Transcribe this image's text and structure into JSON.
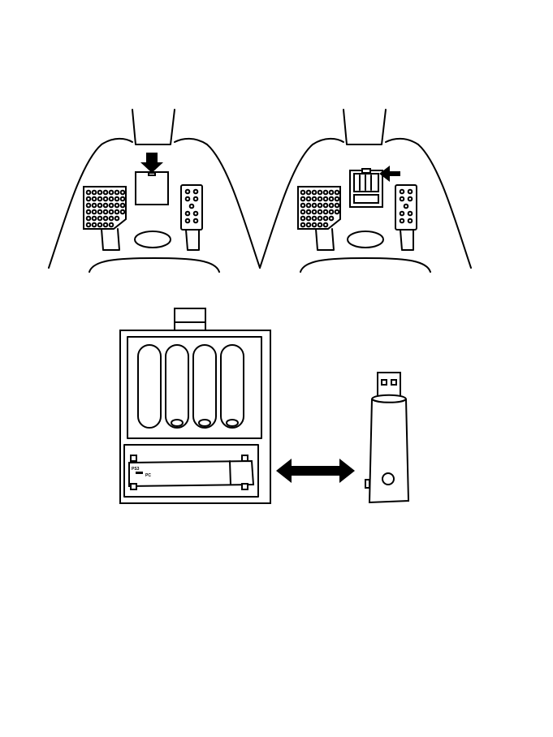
{
  "figures": {
    "left": {
      "name": "remove-battery-cover",
      "arrow_direction": "down"
    },
    "right": {
      "name": "insert-usb-receiver",
      "arrow_direction": "left"
    },
    "bottom": {
      "name": "receiver-storage-and-usb-dongle",
      "arrow_direction": "both"
    }
  },
  "battery_count": 4,
  "switch": {
    "label_top": "PS3",
    "label_side": "PC"
  },
  "colors": {
    "line": "#000000",
    "background": "#ffffff"
  }
}
